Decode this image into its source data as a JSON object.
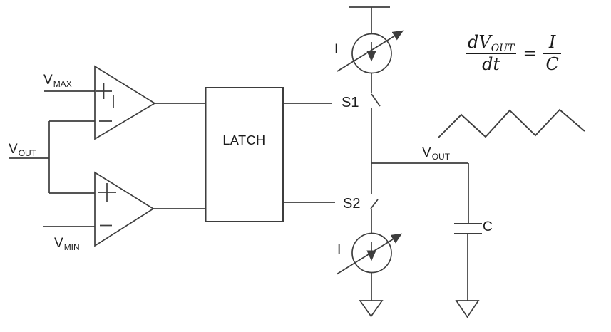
{
  "diagram": {
    "kind": "triangle-wave-generator-schematic",
    "colors": {
      "line": "#3d3d3d",
      "text": "#1c1c1c",
      "background": "#ffffff"
    }
  },
  "labels": {
    "v_max": {
      "main": "V",
      "sub": "MAX"
    },
    "v_out_input": {
      "main": "V",
      "sub": "OUT"
    },
    "v_min": {
      "main": "V",
      "sub": "MIN"
    },
    "latch": "LATCH",
    "s1": "S1",
    "s2": "S2",
    "i_top": "I",
    "i_bottom": "I",
    "v_out_node": {
      "main": "V",
      "sub": "OUT"
    },
    "capacitor": "C"
  },
  "comparators": {
    "top": {
      "noninverting": "+",
      "inverting": "−"
    },
    "bottom": {
      "noninverting": "+",
      "inverting": "−"
    }
  },
  "formula": {
    "lhs_numerator_main": "dV",
    "lhs_numerator_sub": "OUT",
    "lhs_denominator": "dt",
    "equals": "=",
    "rhs_numerator": "I",
    "rhs_denominator": "C"
  }
}
